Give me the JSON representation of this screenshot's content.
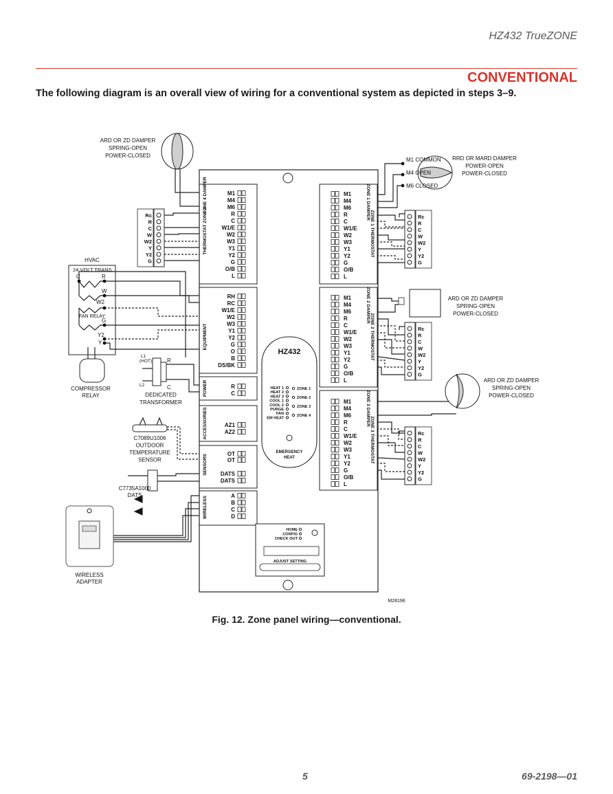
{
  "header": {
    "title": "HZ432 TrueZONE",
    "section": "CONVENTIONAL",
    "intro": "The following diagram is an overall view of wiring for a conventional system as depicted in steps 3–9."
  },
  "panel": {
    "model": "HZ432",
    "zone4_damper_label": "ZONE 4 DAMPER",
    "zone4_thermostat_label": "THERMOSTAT ZONE 4",
    "equipment_label": "EQUIPMENT",
    "power_label": "POWER",
    "accessories_label": "ACCESSORIES",
    "sensors_label": "SENSORS",
    "wireless_label": "WIRELESS",
    "zone1_damper_label": "ZONE 1 DAMPER",
    "zone1_thermostat_label": "ZONE 1 THERMOSTAT",
    "zone2_damper_label": "ZONE 2 DAMPER",
    "zone2_thermostat_label": "ZONE 2 THERMOSTAT",
    "zone3_damper_label": "ZONE 3 DAMPER",
    "zone3_thermostat_label": "ZONE 3 THERMOSTAT",
    "damper_terminals": [
      "M1",
      "M4",
      "M6"
    ],
    "thermostat_terminals": [
      "R",
      "C",
      "W1/E",
      "W2",
      "W3",
      "Y1",
      "Y2",
      "G",
      "O/B",
      "L"
    ],
    "equipment_terminals": [
      "RH",
      "RC",
      "W1/E",
      "W2",
      "W3",
      "Y1",
      "Y2",
      "G",
      "O",
      "B",
      "DS/BK"
    ],
    "power_terminals": [
      "R",
      "C"
    ],
    "accessory_terminals": [
      "AZ1",
      "AZ2"
    ],
    "sensor_ot_terminals": [
      "OT",
      "OT"
    ],
    "sensor_dats_terminals": [
      "DATS",
      "DATS"
    ],
    "wireless_terminals": [
      "A",
      "B",
      "C",
      "D"
    ],
    "leds_left": [
      "HEAT 1",
      "HEAT 2",
      "HEAT 3",
      "COOL 1",
      "COOL 2",
      "PURGE",
      "FAN",
      "EM HEAT"
    ],
    "leds_right": [
      "ZONE 1",
      "ZONE 2",
      "ZONE 3",
      "ZONE 4"
    ],
    "emergency_heat": [
      "EMERGENCY",
      "HEAT"
    ],
    "mode_leds": [
      "HOME",
      "CONFIG",
      "CHECK OUT"
    ],
    "adjust_setting": "ADJUST SETTING"
  },
  "thermostat_terminals": [
    "Rc",
    "R",
    "C",
    "W",
    "W2",
    "Y",
    "Y2",
    "G"
  ],
  "components": {
    "ard_top_left": [
      "ARD OR ZD DAMPER",
      "SPRING-OPEN",
      "POWER-CLOSED"
    ],
    "rrd_top_right": [
      "RRD OR MARD DAMPER",
      "POWER-OPEN",
      "POWER-CLOSED"
    ],
    "rrd_terminals": [
      "M1 COMMON",
      "M4 OPEN",
      "M6 CLOSED"
    ],
    "ard_zone2": [
      "ARD OR ZD DAMPER",
      "SPRING-OPEN",
      "POWER-CLOSED"
    ],
    "ard_zone3": [
      "ARD OR ZD DAMPER",
      "SPRING-OPEN",
      "POWER-CLOSED"
    ],
    "hvac": "HVAC",
    "trans": "24 VOLT TRANS.",
    "trans_c": "C",
    "trans_r": "R",
    "hvac_w": "W",
    "hvac_w2": "W2",
    "fan_relay": "FAN RELAY",
    "hvac_g": "G",
    "hvac_y2": "Y2",
    "hvac_y": "Y",
    "compressor_relay": [
      "COMPRESSOR",
      "RELAY"
    ],
    "l1": "L1",
    "hot": "(HOT)",
    "l2": "L2",
    "xfmr_r": "R",
    "xfmr_c": "C",
    "dedicated_transformer": [
      "DEDICATED",
      "TRANSFORMER"
    ],
    "outdoor_sensor": [
      "C7089U1006",
      "OUTDOOR",
      "TEMPERATURE",
      "SENSOR"
    ],
    "dats": [
      "C7735A1000",
      "DATS"
    ],
    "wireless_adapter": [
      "WIRELESS",
      "ADAPTER"
    ],
    "figure_id": "M28196"
  },
  "caption": "Fig. 12. Zone panel wiring—conventional.",
  "footer": {
    "page": "5",
    "doc": "69-2198—01"
  }
}
